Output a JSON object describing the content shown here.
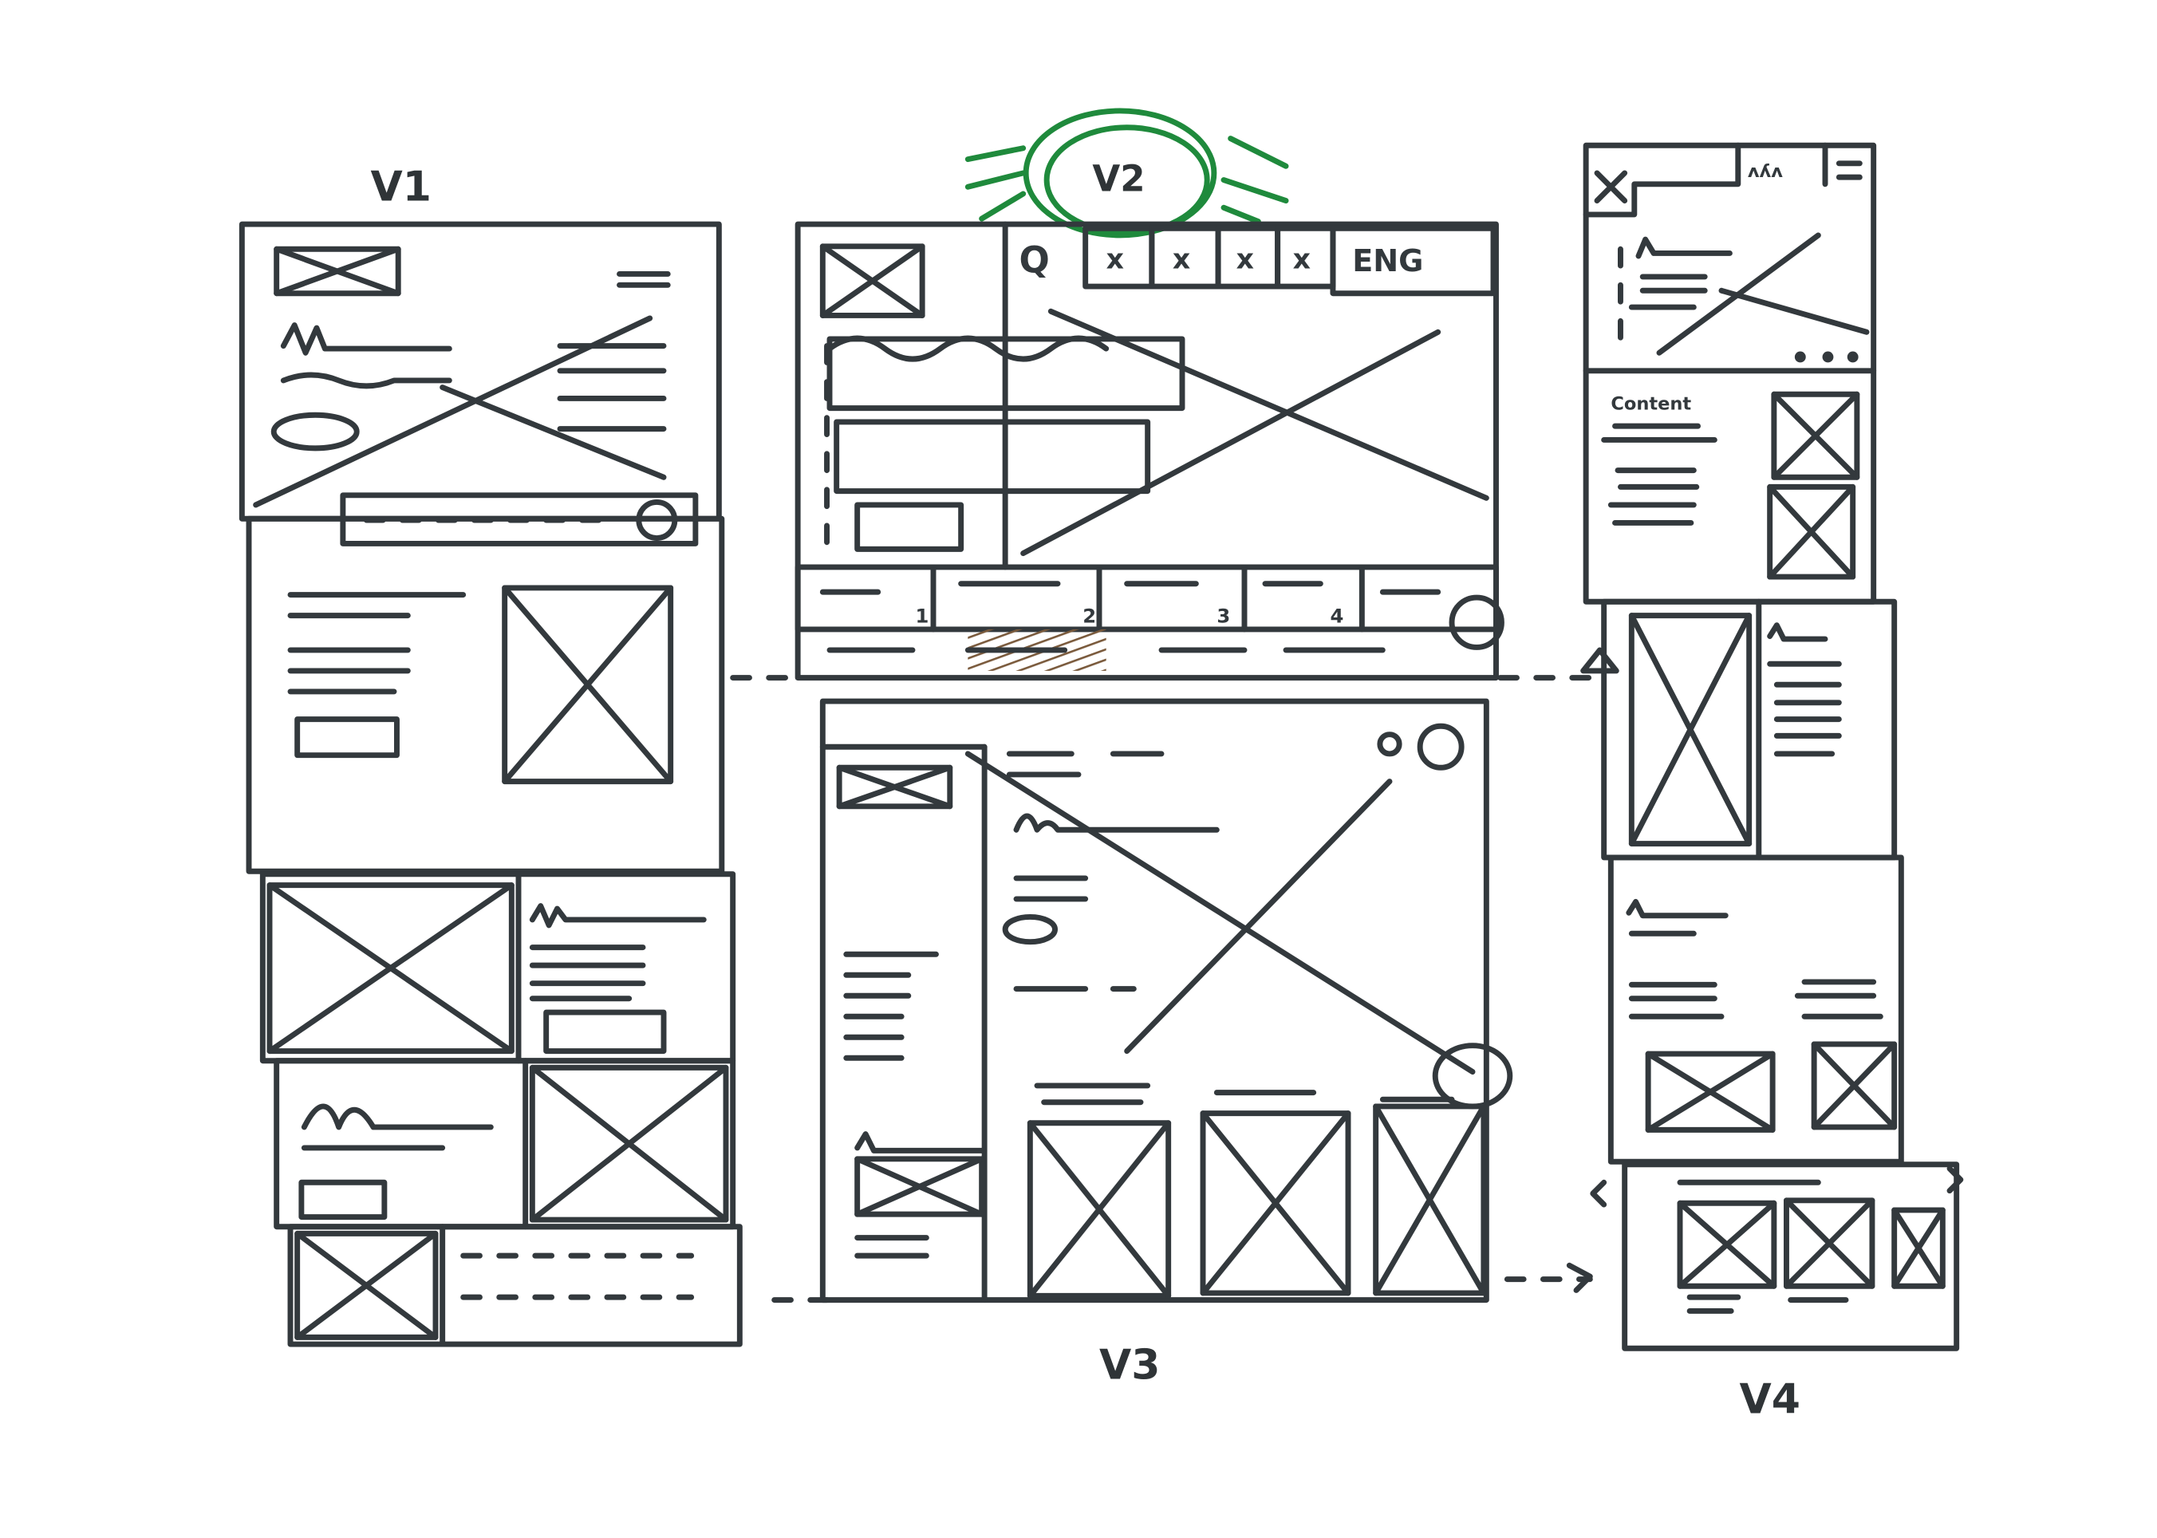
{
  "title": "Wireframe sketches",
  "variants": {
    "v1": {
      "label": "V1"
    },
    "v2": {
      "label": "V2",
      "header_tabs": [
        "x",
        "x",
        "x",
        "x"
      ],
      "search_glyph": "Q",
      "language": "ENG",
      "steps": [
        "1",
        "2",
        "3",
        "4"
      ]
    },
    "v3": {
      "label": "V3"
    },
    "v4": {
      "label": "V4",
      "section_heading": "Content"
    }
  },
  "colors": {
    "ink": "#33393d",
    "highlight": "#1f8a3c",
    "hatch_blue": "#4b4fa8",
    "hatch_brown": "#7a5a3c"
  }
}
